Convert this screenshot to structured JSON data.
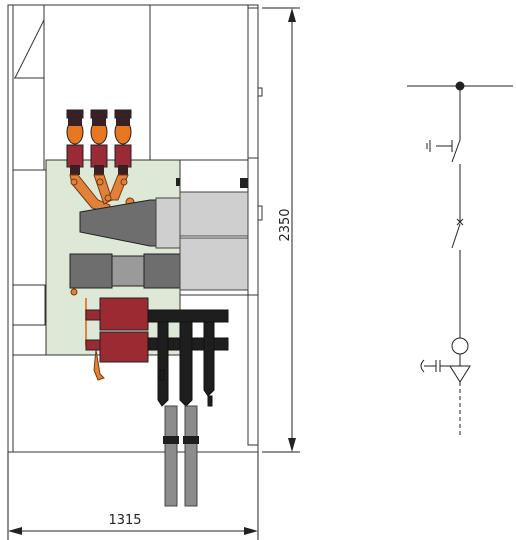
{
  "dimensions": {
    "height_label": "2350",
    "width_label": "1315"
  },
  "colors": {
    "outline": "#333333",
    "panel_green": "#dde9d6",
    "gray_dark": "#6e6e6e",
    "gray_mid": "#9a9a9a",
    "gray_light": "#cfcfcf",
    "bushing_orange": "#e87722",
    "bushing_dark": "#3a1f24",
    "bushing_red": "#9b2a37",
    "link_orange": "#e0823a",
    "maroon": "#9c2a33",
    "cable_black": "#1e1e1e",
    "cable_gray": "#8c8c8c"
  },
  "icons": {
    "busbar_node": "filled-dot",
    "earth_switch": "earth-switch-symbol",
    "disconnector": "switch-symbol",
    "breaker": "circuit-breaker-symbol",
    "ct": "current-transformer-symbol",
    "capacitive_divider": "capacitor-symbol",
    "cable_termination": "cable-termination-symbol"
  }
}
